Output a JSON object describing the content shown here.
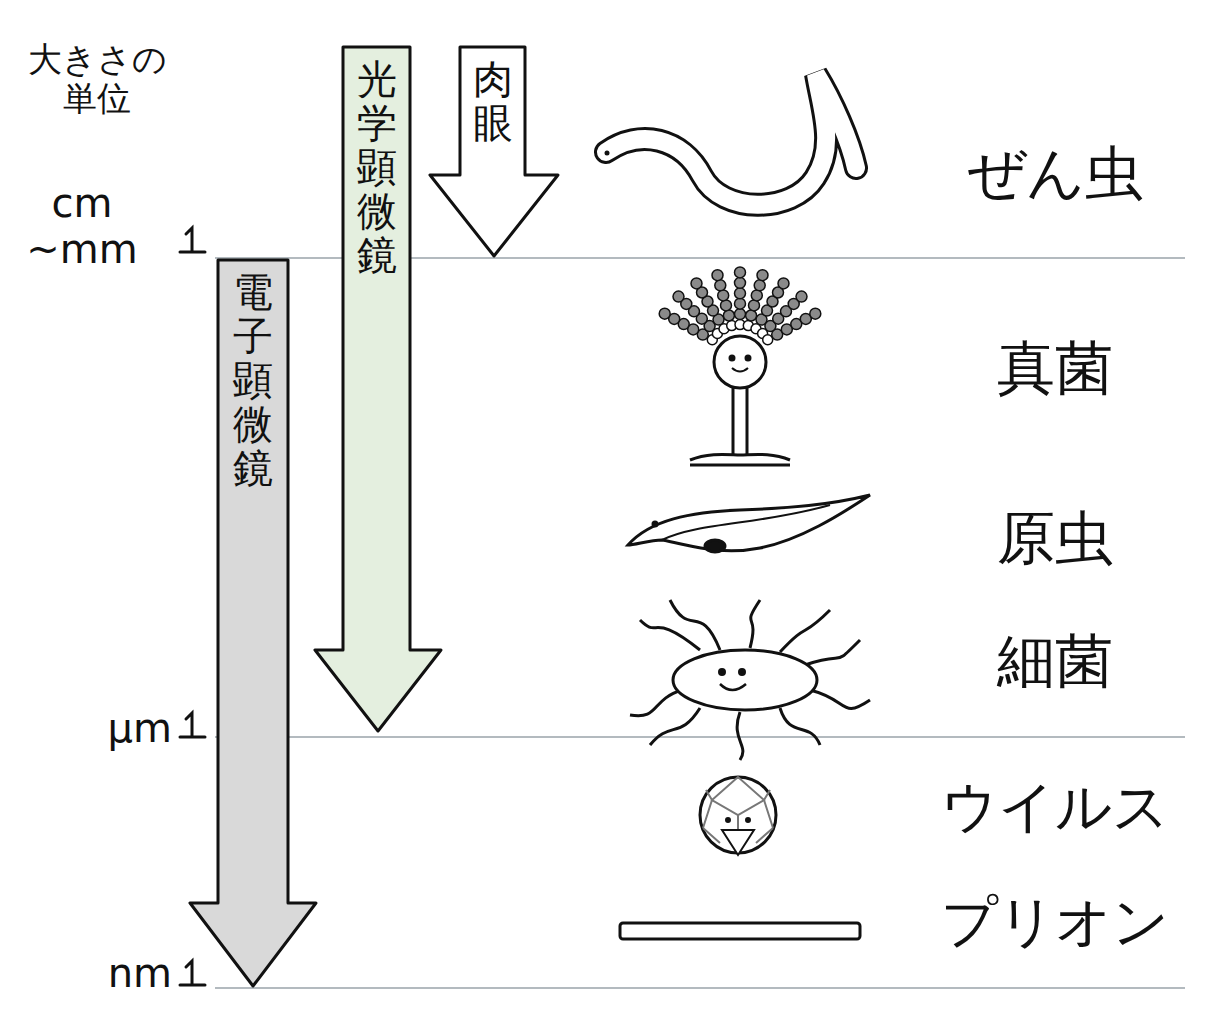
{
  "diagram": {
    "nodes": [
      {
        "text": [
          "光学顕微鏡"
        ]
      },
      {
        "text": [
          "肉眼"
        ]
      },
      {
        "text": [
          "電子顕微鏡"
        ]
      }
    ],
    "labels": [
      "大きさの 単位",
      "cm ~mm",
      "μm",
      "nm",
      "ぜん虫",
      "真菌",
      "原虫",
      "細菌",
      "ウイルス",
      "プリオン"
    ]
  }
}
